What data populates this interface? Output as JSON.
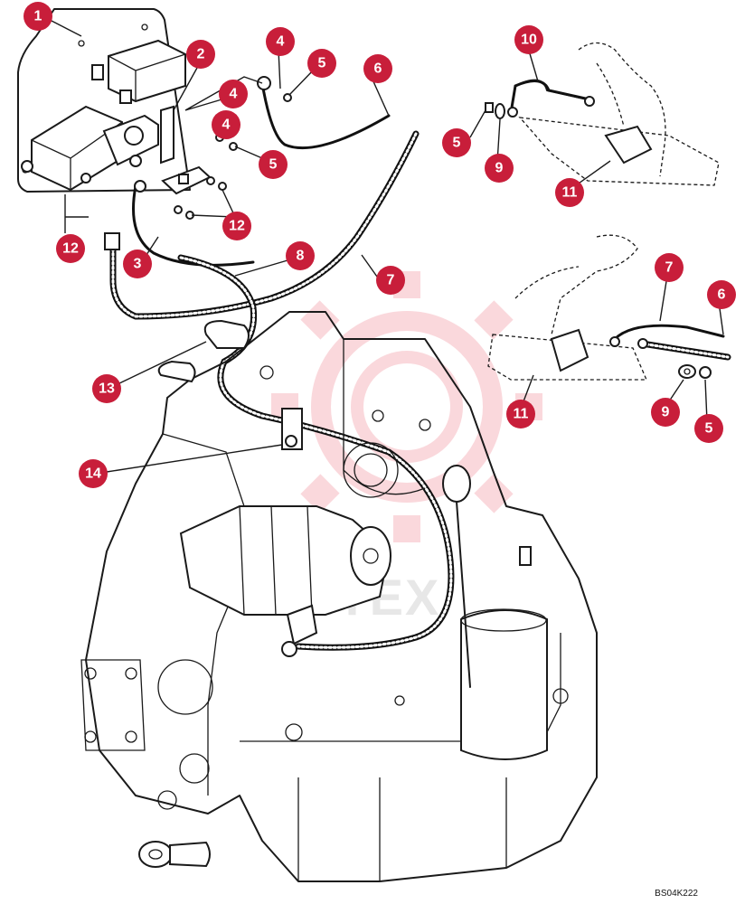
{
  "diagram": {
    "drawing_code": "BS04K222",
    "watermark": "WITEX",
    "callouts": [
      "1",
      "2",
      "3",
      "4",
      "4",
      "4",
      "5",
      "5",
      "5",
      "5",
      "6",
      "6",
      "7",
      "7",
      "8",
      "9",
      "9",
      "10",
      "11",
      "11",
      "12",
      "12",
      "13",
      "14"
    ]
  }
}
